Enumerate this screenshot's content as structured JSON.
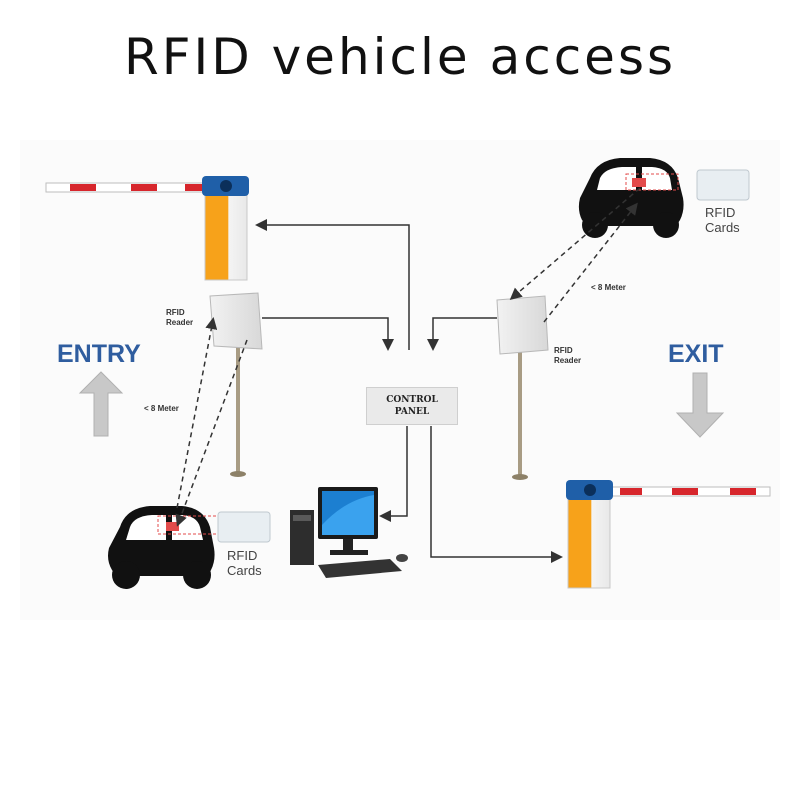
{
  "title": "RFID vehicle access",
  "labels": {
    "entry": "ENTRY",
    "exit": "EXIT",
    "control_panel_line1": "CONTROL",
    "control_panel_line2": "PANEL",
    "reader_left_line1": "RFID",
    "reader_left_line2": "Reader",
    "reader_right_line1": "RFID",
    "reader_right_line2": "Reader",
    "range_left": "< 8 Meter",
    "range_right": "< 8 Meter",
    "cards_left_line1": "RFID",
    "cards_left_line2": "Cards",
    "cards_right_line1": "RFID",
    "cards_right_line2": "Cards"
  },
  "colors": {
    "entry_exit_text": "#2f5d9f",
    "barrier_orange": "#f5a31a",
    "barrier_cap": "#1f5fa8",
    "boom_red": "#d7262c",
    "car": "#111111",
    "arrow_gray": "#c8c8c8",
    "connector": "#333333"
  },
  "icons": [
    "barrier-gate-icon",
    "rfid-reader-icon",
    "car-icon",
    "rfid-card-icon",
    "computer-icon",
    "up-arrow-icon",
    "down-arrow-icon"
  ]
}
